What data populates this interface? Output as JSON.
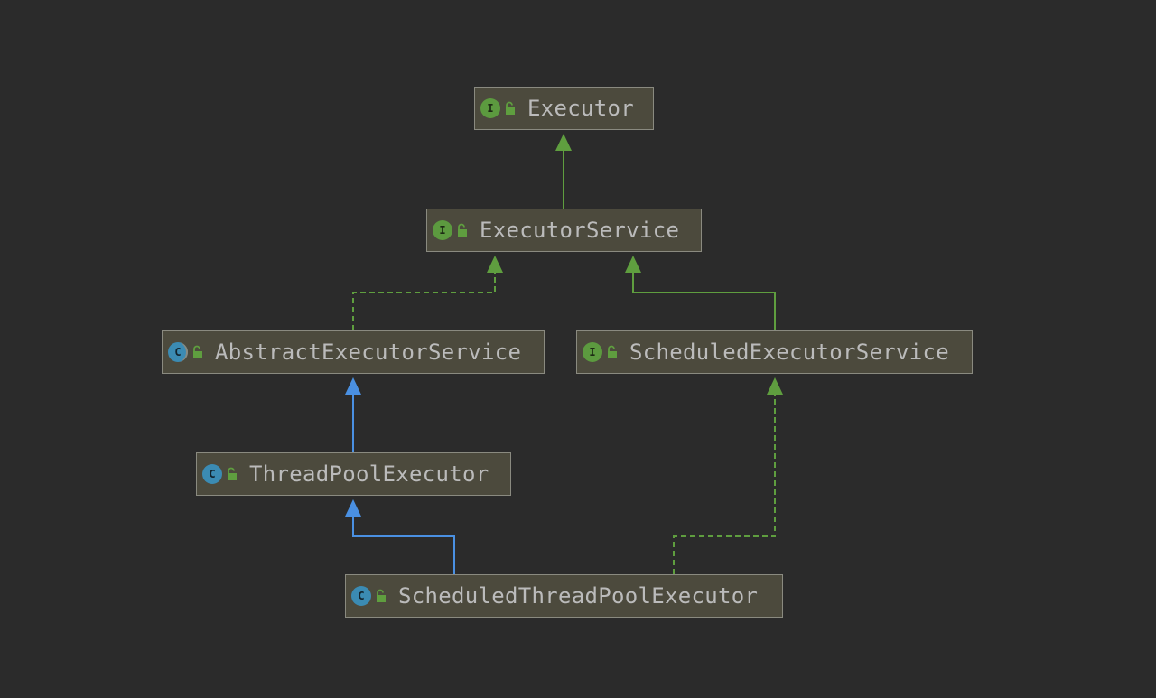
{
  "nodes": [
    {
      "id": "executor",
      "label": "Executor",
      "kind": "interface",
      "kind_letter": "I"
    },
    {
      "id": "executor-service",
      "label": "ExecutorService",
      "kind": "interface",
      "kind_letter": "I"
    },
    {
      "id": "abstract-executor-service",
      "label": "AbstractExecutorService",
      "kind": "abstract",
      "kind_letter": "C"
    },
    {
      "id": "scheduled-executor-service",
      "label": "ScheduledExecutorService",
      "kind": "interface",
      "kind_letter": "I"
    },
    {
      "id": "thread-pool-executor",
      "label": "ThreadPoolExecutor",
      "kind": "class",
      "kind_letter": "C"
    },
    {
      "id": "scheduled-thread-pool-executor",
      "label": "ScheduledThreadPoolExecutor",
      "kind": "class",
      "kind_letter": "C"
    }
  ],
  "edges": [
    {
      "from": "executor-service",
      "to": "executor",
      "relation": "extends",
      "style": "solid",
      "color": "#5f9e3f"
    },
    {
      "from": "abstract-executor-service",
      "to": "executor-service",
      "relation": "implements",
      "style": "dashed",
      "color": "#5f9e3f"
    },
    {
      "from": "scheduled-executor-service",
      "to": "executor-service",
      "relation": "extends",
      "style": "solid",
      "color": "#5f9e3f"
    },
    {
      "from": "thread-pool-executor",
      "to": "abstract-executor-service",
      "relation": "extends",
      "style": "solid",
      "color": "#4a90e2"
    },
    {
      "from": "scheduled-thread-pool-executor",
      "to": "thread-pool-executor",
      "relation": "extends",
      "style": "solid",
      "color": "#4a90e2"
    },
    {
      "from": "scheduled-thread-pool-executor",
      "to": "scheduled-executor-service",
      "relation": "implements",
      "style": "dashed",
      "color": "#5f9e3f"
    }
  ],
  "colors": {
    "background": "#2b2b2b",
    "node_fill": "#4c4a3d",
    "node_border": "#8a8a80",
    "label_text": "#bbbbbb",
    "interface_icon": "#5c9a3f",
    "class_icon": "#3b8bb3",
    "lock_icon": "#5f9e3f"
  },
  "icons": {
    "interface": "interface-icon",
    "class": "class-icon",
    "abstract": "abstract-class-icon",
    "visibility": "unlocked-public-icon"
  }
}
